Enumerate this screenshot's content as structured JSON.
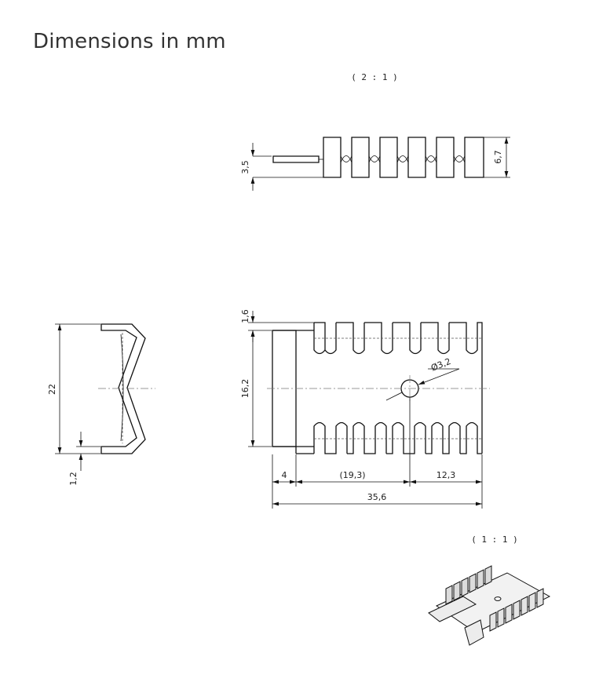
{
  "title": "Dimensions in mm",
  "scales": {
    "views": "( 2 : 1 )",
    "iso": "( 1 : 1 )"
  },
  "dimensions": {
    "base_thickness": "3,5",
    "total_height": "6,7",
    "fin_gap": "1,6",
    "inner_width": "16,2",
    "hole_diameter": "Ø3,2",
    "tab_length": "4",
    "hole_position": "(19,3)",
    "hole_to_end": "12,3",
    "total_length": "35,6",
    "outer_width": "22",
    "material_thickness": "1,2"
  }
}
